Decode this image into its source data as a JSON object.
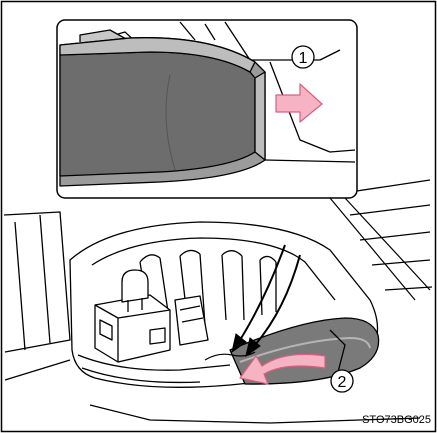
{
  "figure": {
    "callouts": [
      {
        "label": "1"
      },
      {
        "label": "2"
      }
    ],
    "figure_code": "STO73BG025",
    "colors": {
      "arrow_fill": "#f6b3c3",
      "arrow_stroke": "#d9607f",
      "line": "#000000",
      "background": "#ffffff",
      "shade_dark": "#6d6d6d",
      "shade_mid": "#9b9b9b",
      "shade_light": "#c8c8c8"
    }
  }
}
